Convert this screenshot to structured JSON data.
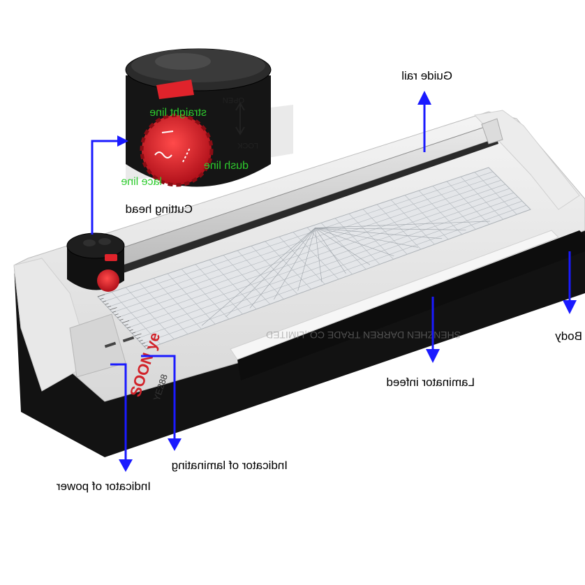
{
  "labels": {
    "guide_rail": "Guide rail",
    "cutting_head": "Cutting head",
    "body": "Body",
    "laminator_infeed": "Laminator infeed",
    "indicator_laminating": "Indicator of laminating",
    "indicator_power": "Indicator of power"
  },
  "cutter_modes": {
    "straight": "straight line",
    "dush": "dush line",
    "lace": "lace line",
    "open": "OPEN",
    "lock": "LOCK"
  },
  "device": {
    "brand": "SOON ye",
    "model": "YE288",
    "watermark": "SHENZHEN DARREN TRADE CO.,LIMITED"
  },
  "colors": {
    "arrow": "#1a1aff",
    "cutter_red": "#e0232b",
    "mode_text": "#2ecc2e"
  }
}
